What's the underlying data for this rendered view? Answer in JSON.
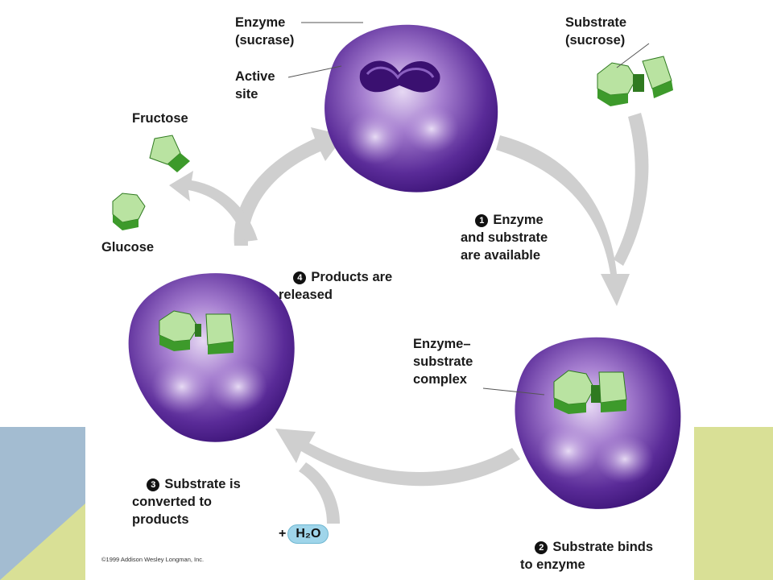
{
  "labels": {
    "enzyme": "Enzyme\n(sucrase)",
    "active_site": "Active\nsite",
    "substrate": "Substrate\n(sucrose)",
    "fructose": "Fructose",
    "glucose": "Glucose",
    "complex": "Enzyme–\nsubstrate\ncomplex"
  },
  "steps": [
    {
      "num": "1",
      "text": "Enzyme\nand substrate\nare available"
    },
    {
      "num": "2",
      "text": "Substrate binds\nto enzyme"
    },
    {
      "num": "3",
      "text": "Substrate is\nconverted to\nproducts"
    },
    {
      "num": "4",
      "text": "Products are\nreleased"
    }
  ],
  "water": {
    "plus": "+",
    "formula": "H₂O"
  },
  "copyright": "©1999 Addison Wesley Longman, Inc.",
  "colors": {
    "enzyme": "#4a1f8c",
    "substrate_light": "#b9e3a1",
    "substrate_dark": "#3d9a2b",
    "arrow": "#cfcfcf",
    "accent_blue": "#a3bcd1",
    "accent_yellow": "#d9e096"
  }
}
